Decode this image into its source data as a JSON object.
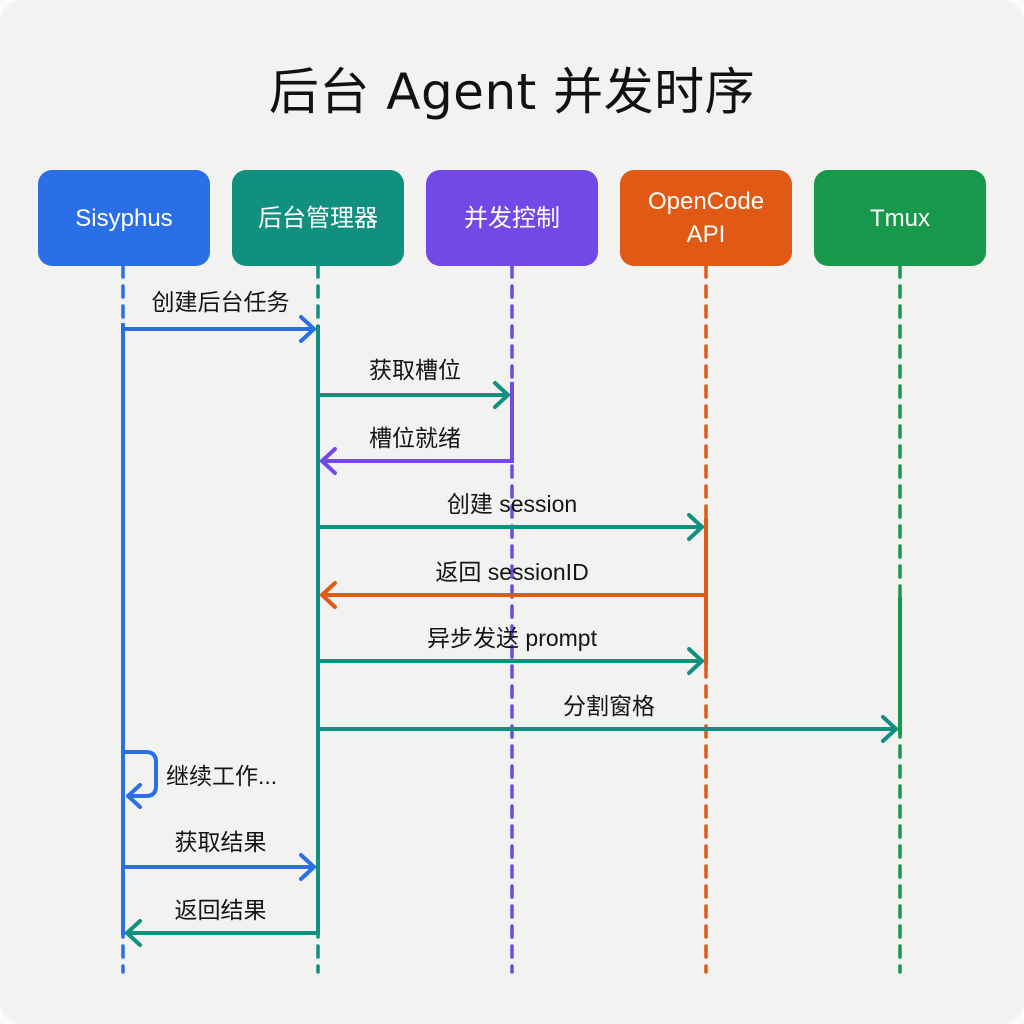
{
  "title": "后台 Agent 并发时序",
  "participants": [
    {
      "id": "sisyphus",
      "label": "Sisyphus",
      "color": "#2a6fe6"
    },
    {
      "id": "manager",
      "label": "后台管理器",
      "color": "#12907f"
    },
    {
      "id": "concurrency",
      "label": "并发控制",
      "color": "#7448e6"
    },
    {
      "id": "opencode",
      "label": "OpenCode\nAPI",
      "color": "#e05a16"
    },
    {
      "id": "tmux",
      "label": "Tmux",
      "color": "#18984a"
    }
  ],
  "messages": [
    {
      "from": 0,
      "to": 1,
      "label": "创建后台任务",
      "color": "#2a6fe6"
    },
    {
      "from": 1,
      "to": 2,
      "label": "获取槽位",
      "color": "#12907f"
    },
    {
      "from": 2,
      "to": 1,
      "label": "槽位就绪",
      "color": "#7448e6"
    },
    {
      "from": 1,
      "to": 3,
      "label": "创建 session",
      "color": "#12907f"
    },
    {
      "from": 3,
      "to": 1,
      "label": "返回 sessionID",
      "color": "#e05a16"
    },
    {
      "from": 1,
      "to": 3,
      "label": "异步发送 prompt",
      "color": "#12907f"
    },
    {
      "from": 1,
      "to": 4,
      "label": "分割窗格",
      "color": "#12907f"
    },
    {
      "from": 0,
      "to": 0,
      "label": "继续工作...",
      "color": "#2a6fe6",
      "self": true
    },
    {
      "from": 0,
      "to": 1,
      "label": "获取结果",
      "color": "#2a6fe6"
    },
    {
      "from": 1,
      "to": 0,
      "label": "返回结果",
      "color": "#12907f"
    }
  ]
}
